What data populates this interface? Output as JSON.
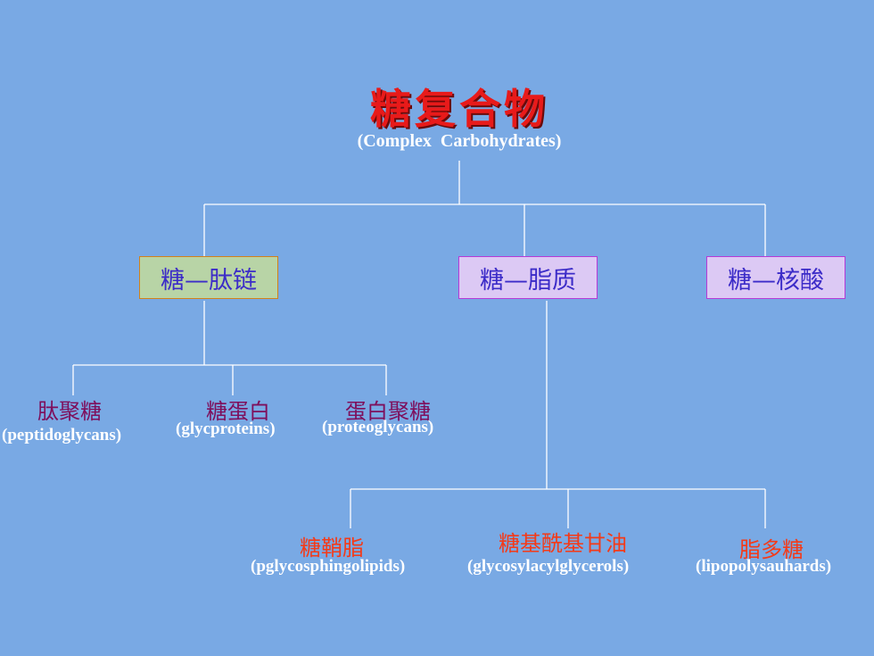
{
  "slide": {
    "title": "糖复合物",
    "subtitle": "(Complex  Carbohydrates)"
  },
  "level1": [
    {
      "label": "糖—肽链"
    },
    {
      "label": "糖—脂质"
    },
    {
      "label": "糖—核酸"
    }
  ],
  "peptide_children": [
    {
      "cn": "肽聚糖",
      "en": "(peptidoglycans)"
    },
    {
      "cn": "糖蛋白",
      "en": "(glycproteins)"
    },
    {
      "cn": "蛋白聚糖",
      "en": "(proteoglycans)"
    }
  ],
  "lipid_children": [
    {
      "cn": "糖鞘脂",
      "en": "(pglycosphingolipids)"
    },
    {
      "cn": "糖基酰基甘油",
      "en": "(glycosylacylglycerols)"
    },
    {
      "cn": "脂多糖",
      "en": "(lipopolysauhards)"
    }
  ],
  "colors": {
    "background": "#79a9e4",
    "title": "#e81a1a",
    "box_text": "#3c2cc8",
    "peptide_child_text": "#7e0f5c",
    "lipid_child_text": "#f43a18"
  }
}
